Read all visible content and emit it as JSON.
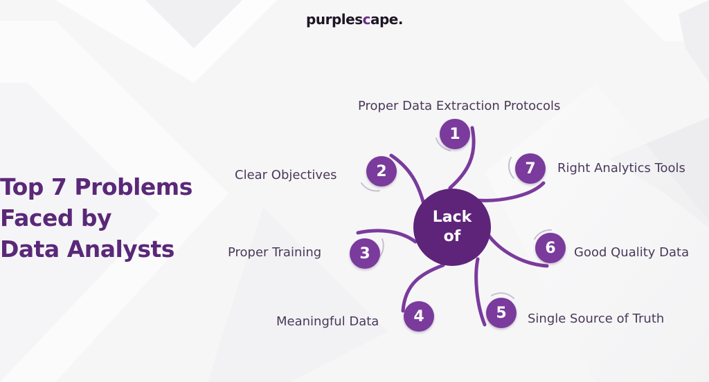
{
  "brand": {
    "name_prefix": "purples",
    "name_accent": "c",
    "name_suffix": "ape."
  },
  "title": {
    "line1": "Top 7 Problems",
    "line2": "Faced by",
    "line3": "Data Analysts"
  },
  "center": {
    "line1": "Lack",
    "line2": "of"
  },
  "items": [
    {
      "number": "1",
      "label": "Proper Data Extraction Protocols"
    },
    {
      "number": "2",
      "label": "Clear Objectives"
    },
    {
      "number": "3",
      "label": "Proper Training"
    },
    {
      "number": "4",
      "label": "Meaningful Data"
    },
    {
      "number": "5",
      "label": "Single Source of Truth"
    },
    {
      "number": "6",
      "label": "Good Quality Data"
    },
    {
      "number": "7",
      "label": "Right Analytics Tools"
    }
  ],
  "colors": {
    "title": "#5a2878",
    "node": "#7a3b9c",
    "center": "#5e2479",
    "label": "#4a3858",
    "background": "#f7f7f8"
  }
}
